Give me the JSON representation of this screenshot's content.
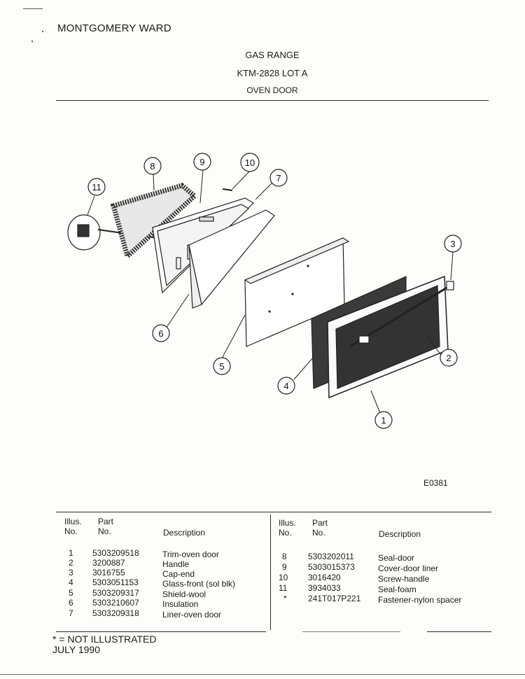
{
  "header": {
    "brand": "MONTGOMERY WARD",
    "title": "GAS RANGE",
    "model": "KTM-2828 LOT A",
    "section": "OVEN DOOR"
  },
  "diagram": {
    "code": "E0381",
    "callouts": [
      "1",
      "2",
      "3",
      "4",
      "5",
      "6",
      "7",
      "8",
      "9",
      "10",
      "11"
    ]
  },
  "table": {
    "headers": {
      "illus": [
        "Illus.",
        "No."
      ],
      "part": [
        "Part",
        "No."
      ],
      "description": "Description"
    },
    "left_rows": [
      {
        "illus": "1",
        "part": "5303209518",
        "desc": "Trim-oven door"
      },
      {
        "illus": "2",
        "part": "3200887",
        "desc": "Handle"
      },
      {
        "illus": "3",
        "part": "3016755",
        "desc": "Cap-end"
      },
      {
        "illus": "4",
        "part": "5303051153",
        "desc": "Glass-front (sol blk)"
      },
      {
        "illus": "5",
        "part": "5303209317",
        "desc": "Shield-wool"
      },
      {
        "illus": "6",
        "part": "5303210607",
        "desc": "Insulation"
      },
      {
        "illus": "7",
        "part": "5303209318",
        "desc": "Liner-oven door"
      }
    ],
    "right_rows": [
      {
        "illus": "8",
        "part": "5303202011",
        "desc": "Seal-door"
      },
      {
        "illus": "9",
        "part": "5303015373",
        "desc": "Cover-door liner"
      },
      {
        "illus": "10",
        "part": "3016420",
        "desc": "Screw-handle"
      },
      {
        "illus": "11",
        "part": "3934033",
        "desc": "Seal-foam"
      },
      {
        "illus": "*",
        "part": "241T017P221",
        "desc": "Fastener-nylon spacer"
      }
    ]
  },
  "footer": {
    "note": "* = NOT ILLUSTRATED",
    "date": "JULY 1990"
  }
}
